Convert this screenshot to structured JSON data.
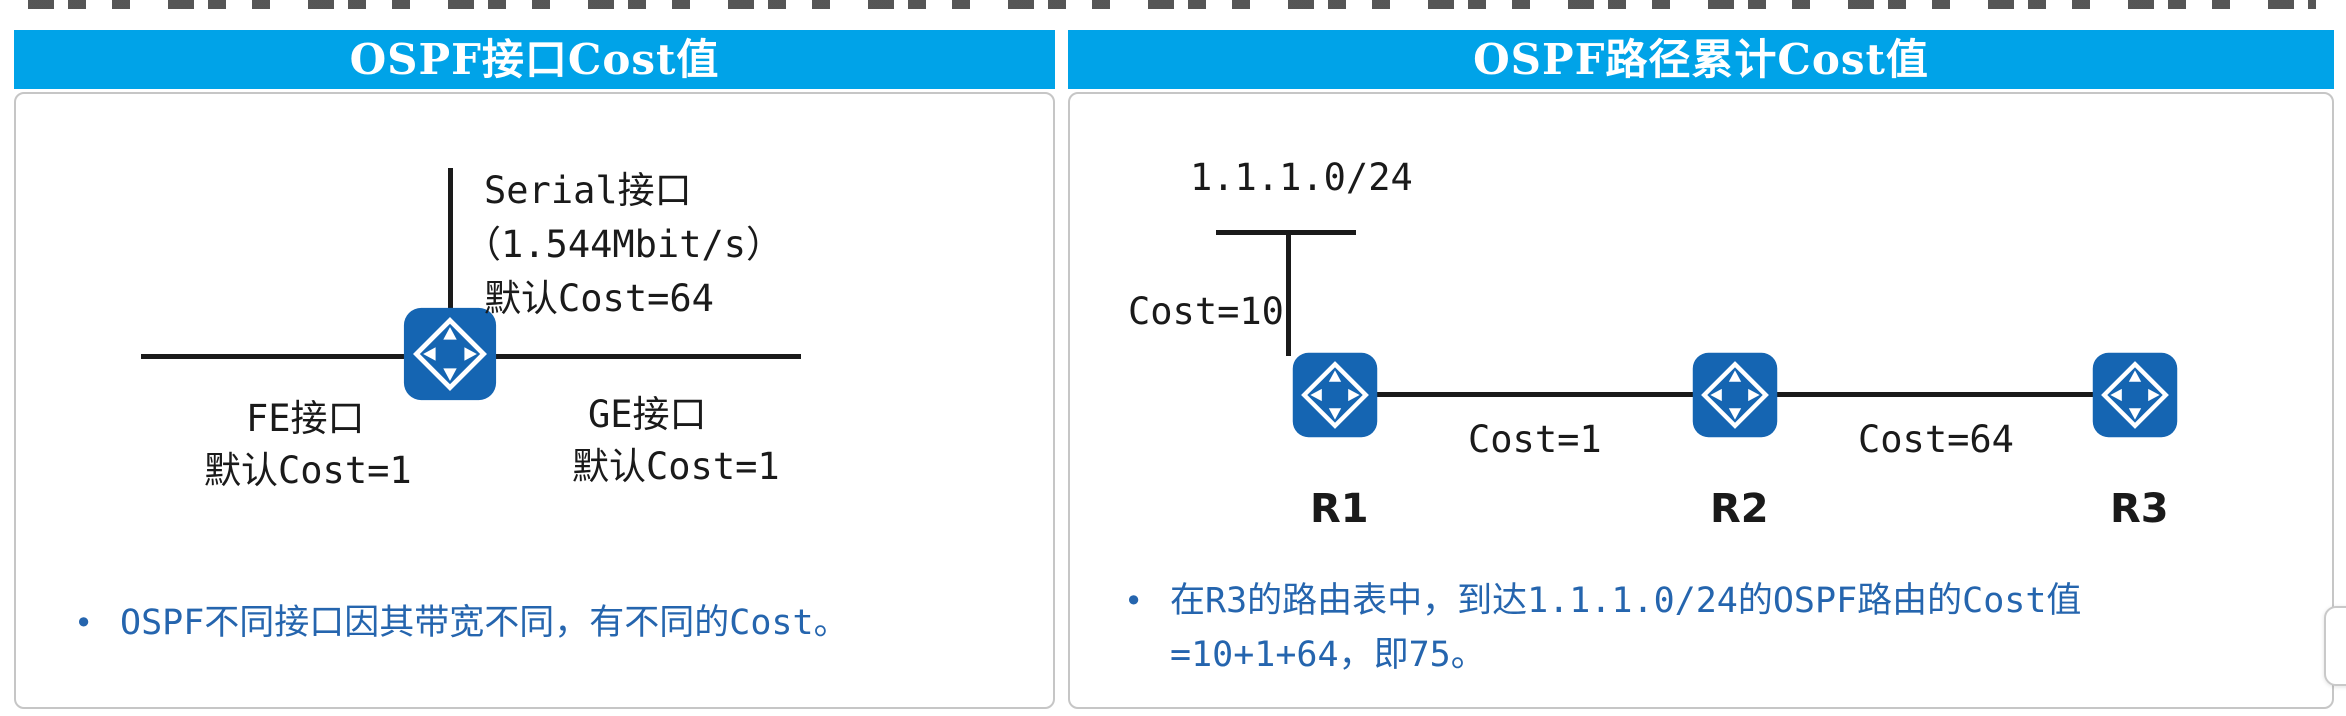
{
  "ui": {
    "bullet_char": "•"
  },
  "colors": {
    "header_bg": "#00a3e8",
    "router_blue": "#1565b2",
    "accent_text": "#2565ae",
    "panel_border": "#c6c6c6",
    "ink": "#1a1a1a"
  },
  "left_panel": {
    "title": "OSPF接口Cost值",
    "diagram": {
      "serial_line1": "Serial接口",
      "serial_line2": "（1.544Mbit/s）",
      "serial_line3": "默认Cost=64",
      "fe_line1": "FE接口",
      "fe_line2": "默认Cost=1",
      "ge_line1": "GE接口",
      "ge_line2": "默认Cost=1"
    },
    "bullet": "OSPF不同接口因其带宽不同，有不同的Cost。"
  },
  "right_panel": {
    "title": "OSPF路径累计Cost值",
    "diagram": {
      "network_label": "1.1.1.0/24",
      "cost_network": "Cost=10",
      "cost_r1_r2": "Cost=1",
      "cost_r2_r3": "Cost=64",
      "routers": [
        "R1",
        "R2",
        "R3"
      ]
    },
    "bullet_line1": "在R3的路由表中，到达1.1.1.0/24的OSPF路由的Cost值",
    "bullet_line2": "=10+1+64，即75。"
  }
}
